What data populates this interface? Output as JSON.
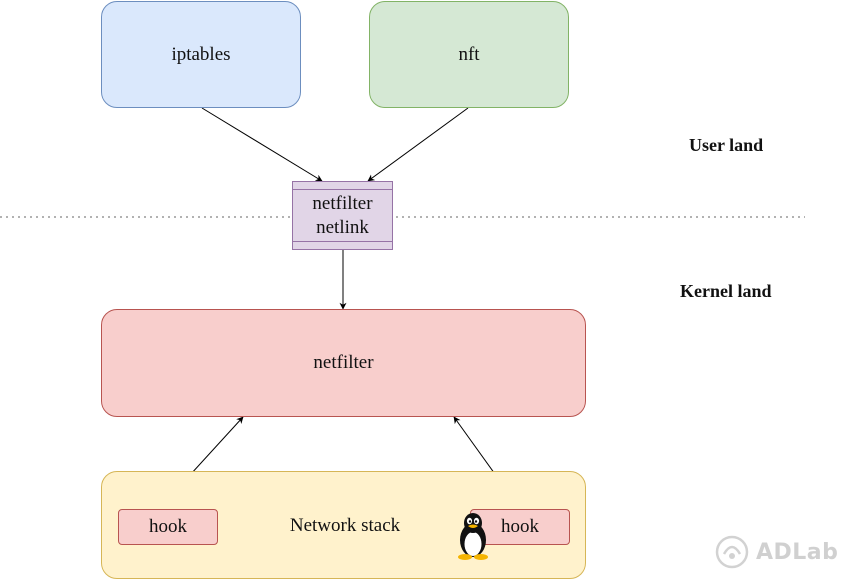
{
  "nodes": {
    "iptables": "iptables",
    "nft": "nft",
    "netlink_line1": "netfilter",
    "netlink_line2": "netlink",
    "netfilter": "netfilter",
    "network_stack": "Network stack",
    "hook_left": "hook",
    "hook_right": "hook"
  },
  "labels": {
    "user_land": "User land",
    "kernel_land": "Kernel land"
  },
  "watermark": {
    "text": "ADLab"
  },
  "colors": {
    "iptables_fill": "#dae8fc",
    "nft_fill": "#d5e8d4",
    "netlink_fill": "#e1d5e7",
    "netfilter_fill": "#f8cecc",
    "stack_fill": "#fff2cc",
    "divider": "#999999"
  },
  "icons": [
    "tux-penguin-icon",
    "watermark-logo-icon"
  ]
}
